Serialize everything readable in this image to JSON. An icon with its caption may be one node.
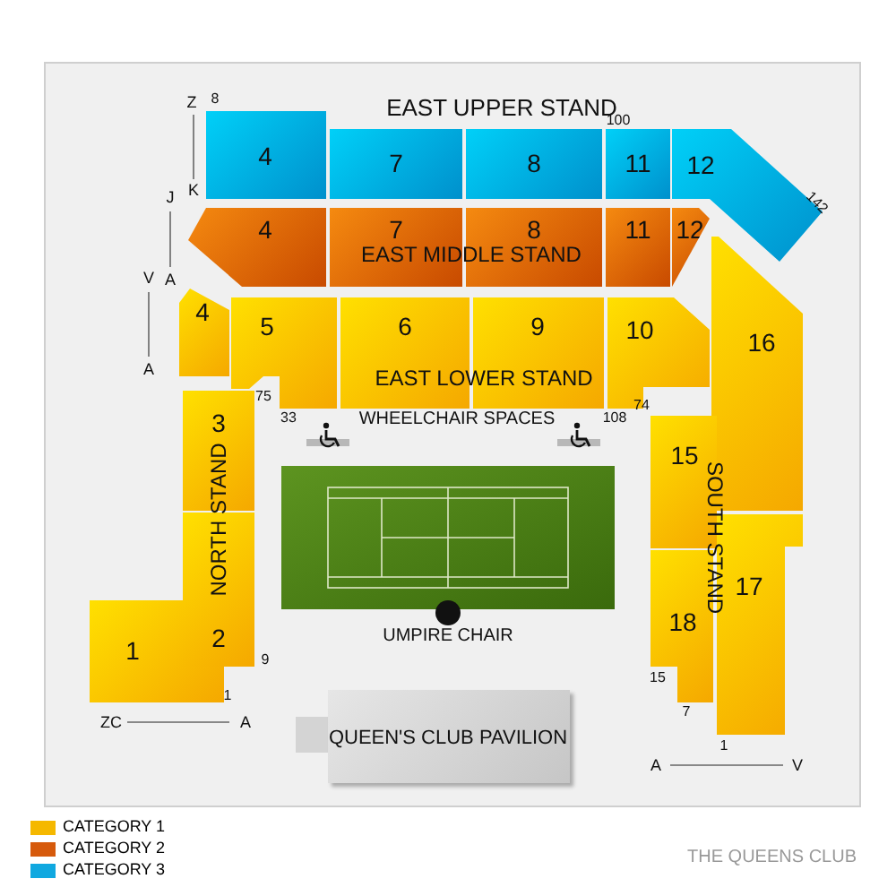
{
  "diagram": {
    "title": "THE QUEENS CLUB",
    "nodes": [
      {
        "text": [
          "4"
        ]
      },
      {
        "text": [
          "7"
        ]
      },
      {
        "text": [
          "8"
        ]
      },
      {
        "text": [
          "11"
        ]
      },
      {
        "text": [
          "12"
        ]
      },
      {
        "text": [
          "4"
        ]
      },
      {
        "text": [
          "7"
        ]
      },
      {
        "text": [
          "8"
        ]
      },
      {
        "text": [
          "11"
        ]
      },
      {
        "text": [
          "12"
        ]
      },
      {
        "text": [
          "4"
        ]
      },
      {
        "text": [
          "5"
        ]
      },
      {
        "text": [
          "6"
        ]
      },
      {
        "text": [
          "9"
        ]
      },
      {
        "text": [
          "10"
        ]
      },
      {
        "text": [
          "3"
        ]
      },
      {
        "text": [
          "2"
        ]
      },
      {
        "text": [
          "1"
        ]
      },
      {
        "text": [
          "16"
        ]
      },
      {
        "text": [
          "15"
        ]
      },
      {
        "text": [
          "18"
        ]
      },
      {
        "text": [
          "17"
        ]
      },
      {
        "text": [
          "QUEEN'S CLUB PAVILION"
        ]
      },
      {
        "text": [],
        "shape": "circle",
        "beside": [
          "UMPIRE CHAIR"
        ]
      }
    ],
    "labels": [
      "Z",
      "8",
      "EAST UPPER STAND",
      "100",
      "J",
      "K",
      "142",
      "V",
      "A",
      "EAST MIDDLE STAND",
      "A",
      "EAST LOWER STAND",
      "75",
      "33",
      "WHEELCHAIR SPACES",
      "108",
      "74",
      "NORTH STAND",
      "SOUTH STAND",
      "9",
      "15",
      "1",
      "7",
      "ZC",
      "A",
      "1",
      "A",
      "V"
    ],
    "legend": [
      {
        "text": "CATEGORY 1",
        "color": "#f5b800"
      },
      {
        "text": "CATEGORY 2",
        "color": "#d65a0c"
      },
      {
        "text": "CATEGORY 3",
        "color": "#10a8e0"
      }
    ]
  }
}
